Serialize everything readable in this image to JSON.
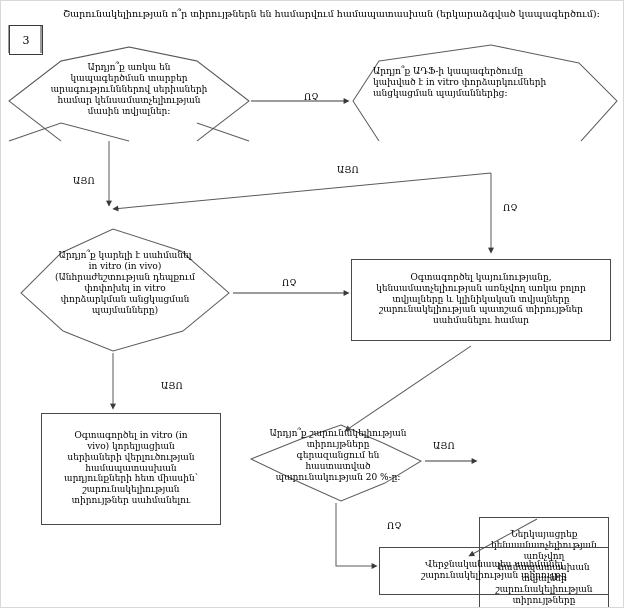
{
  "page": {
    "number": "3",
    "caption": "Շարունակելիության ո՞ր տիրույթներն են համարվում համապատասխան (երկարաձգված կապագերծում):"
  },
  "labels": {
    "yes": "ԱՅՈ",
    "no": "ՈՉ"
  },
  "nodes": {
    "d1": {
      "id": "d1",
      "shape": "decision",
      "text": "Արդյո՞ք առկա են\nկապագերծման տարբեր\nարագությունններով սերիաների\nհամար կենսամատչելիության\nմասին տվյալներ:"
    },
    "d2": {
      "id": "d2",
      "shape": "decision",
      "text": "Արդյո՞ք ԱԴՖ-ի կապագերծումը\nկախված է in vitro փորձարկումների\nանցկացման պայմաններից:"
    },
    "d3": {
      "id": "d3",
      "shape": "decision",
      "text": "Արդյո՞ք կարելի է սահմանել\nin vitro (in vivo)\n(Անհրաժեշտության դեպքում\nփոփոխել in vitro\nփորձարկման անցկացման\nպայմանները)"
    },
    "p1": {
      "id": "p1",
      "shape": "process",
      "text": "Օգտագործել կայունությանը,\nկենսամատչելիության առնչվող առկա բոլոր\nտվյալները և կլինիկական տվյալները\nշարունակելիության պատշաճ տիրույթներ\nսահմանելու համար"
    },
    "p2": {
      "id": "p2",
      "shape": "bracket",
      "text": "Օգտագործել in vitro (in\nvivo) կորելյացիան\nսերիաների վերլուծության\nհամապատասխան\nարդյունքների հետ միասին՝\nշարունակելիության\nտիրույթներ սահմանելու"
    },
    "d4": {
      "id": "d4",
      "shape": "decision",
      "text": "Արդյո՞ք շարունակելիության\nտիրույթները\nգերազանցում են\nհաստատված\nպարունակության 20 %-ը:"
    },
    "p3": {
      "id": "p3",
      "shape": "bracket",
      "text": "Ներկայացրեք\nկենսամատչելիության\nառնչվող\nհամապատասխան\nտվյալներ\nշարունակելիության\nտիրույթները\nվավերացնելու համար"
    },
    "p4": {
      "id": "p4",
      "shape": "process",
      "text": "Վերջնականապես սահմանել\nշարունակելիության տիրույթը"
    }
  },
  "edges": [
    {
      "from": "d1",
      "to": "d2",
      "label": "ՈՉ"
    },
    {
      "from": "d1",
      "to": "d3",
      "label": "ԱՅՈ"
    },
    {
      "from": "d2",
      "to": "d3",
      "label": "ԱՅՈ"
    },
    {
      "from": "d2",
      "to": "p1",
      "label": "ՈՉ"
    },
    {
      "from": "d3",
      "to": "p1",
      "label": "ՈՉ"
    },
    {
      "from": "d3",
      "to": "p2",
      "label": "ԱՅՈ"
    },
    {
      "from": "p1",
      "to": "d4",
      "label": ""
    },
    {
      "from": "d4",
      "to": "p3",
      "label": "ԱՅՈ"
    },
    {
      "from": "d4",
      "to": "p4",
      "label": "ՈՉ"
    },
    {
      "from": "p3",
      "to": "p4",
      "label": ""
    }
  ],
  "colors": {
    "stroke": "#4a4a4a",
    "text": "#000000",
    "background": "#ffffff"
  }
}
